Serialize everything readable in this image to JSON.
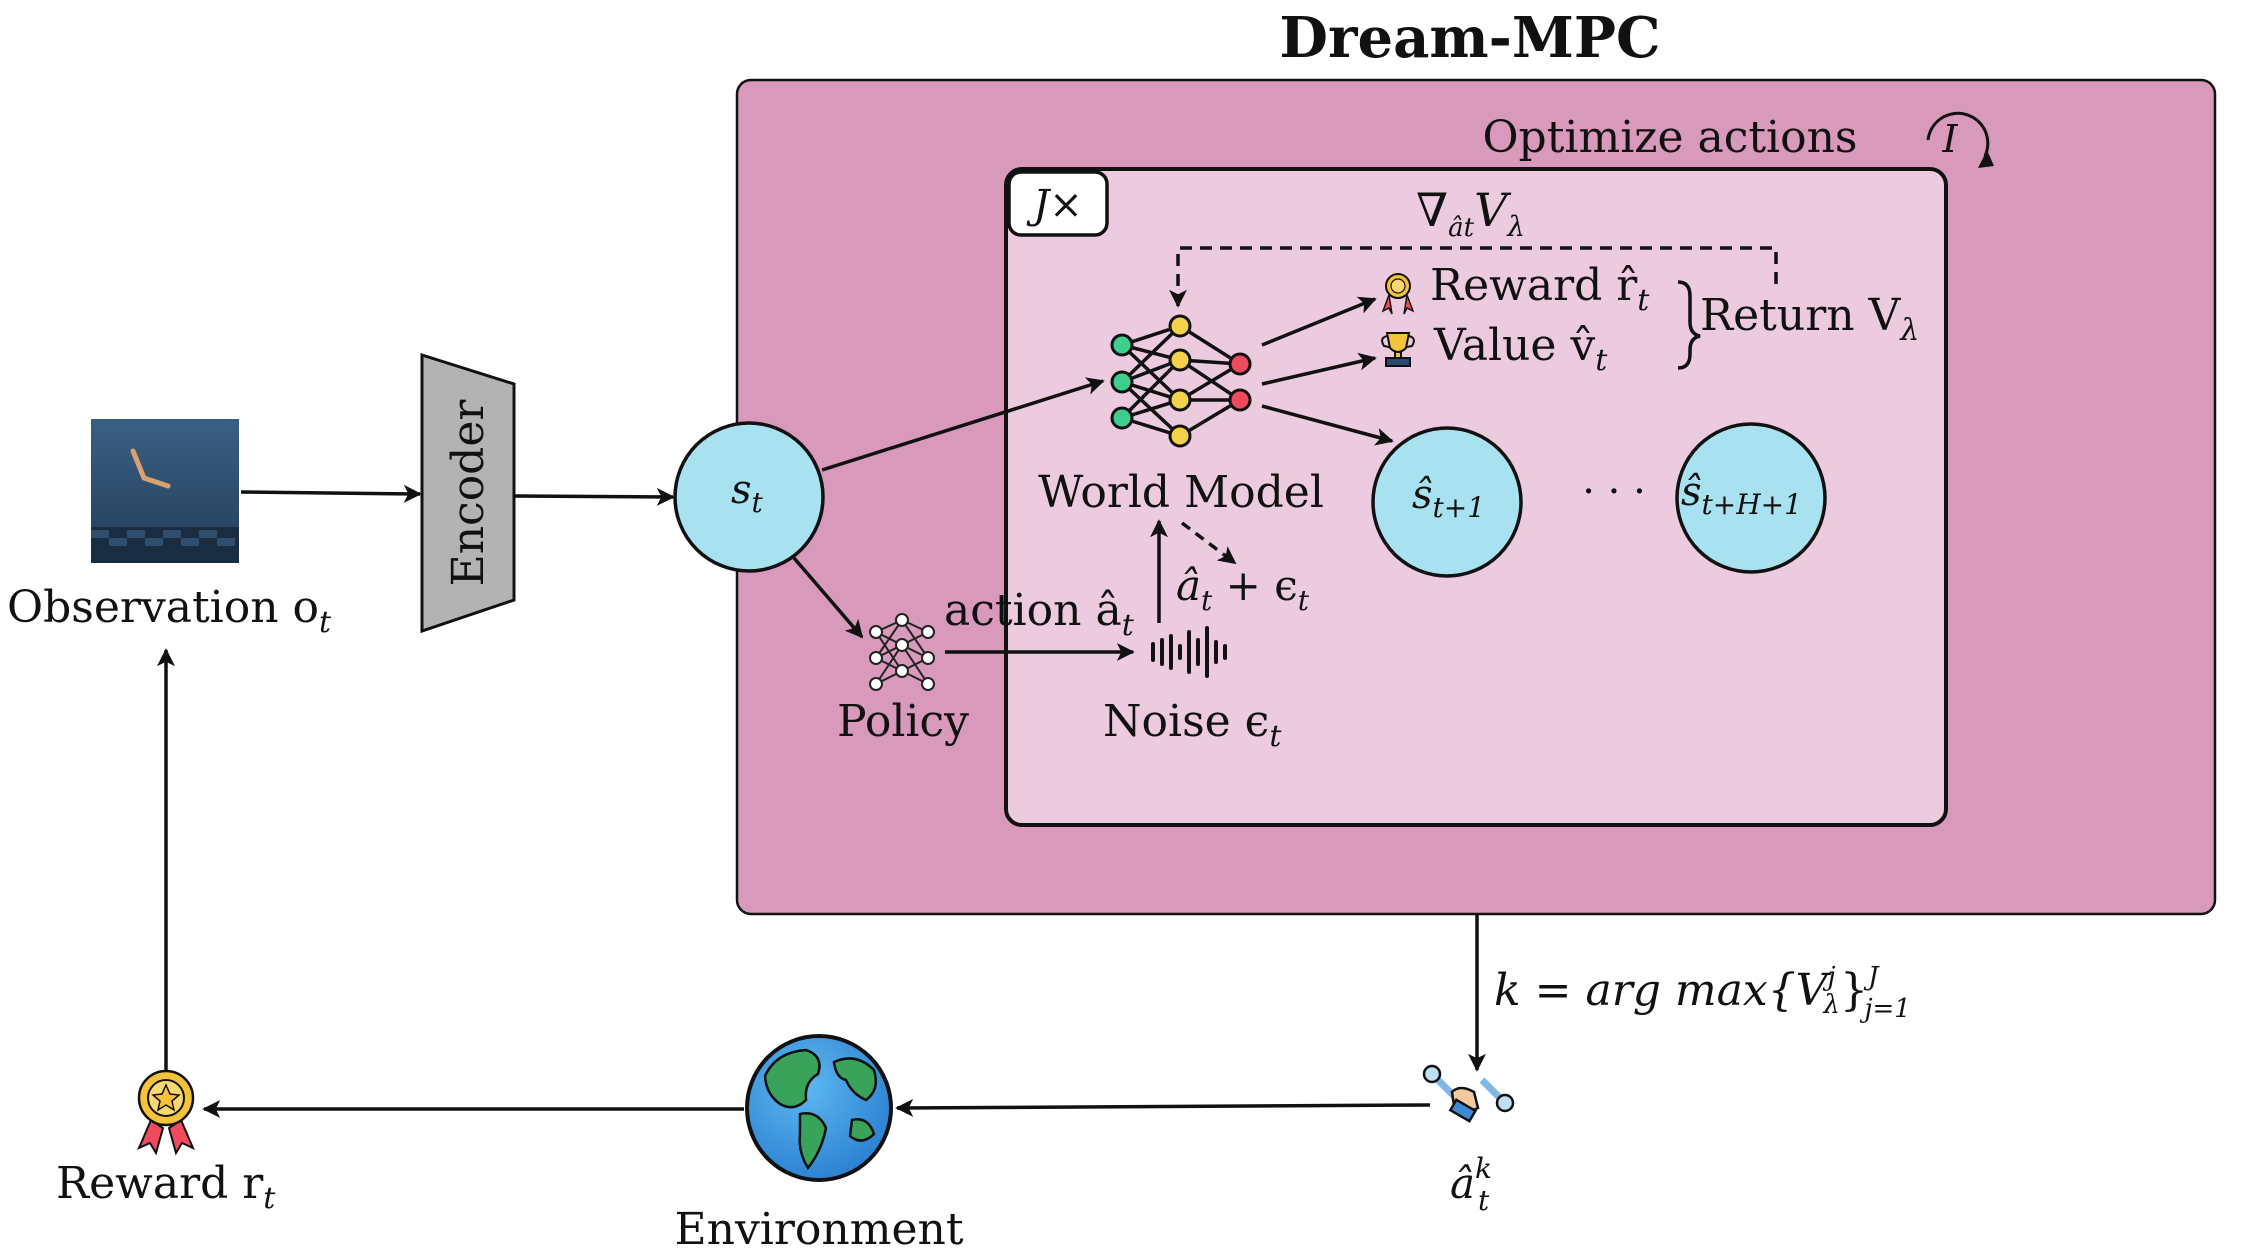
{
  "title": "Dream-MPC",
  "colors": {
    "outer_box": "#d899bb",
    "inner_box": "#eccbdf",
    "state_node": "#a8e1ef",
    "stroke": "#111111"
  },
  "labels": {
    "observation": "Observation o",
    "observation_sub": "t",
    "encoder": "Encoder",
    "state": "s",
    "state_sub": "t",
    "policy": "Policy",
    "action": "action â",
    "action_sub": "t",
    "noise": "Noise ϵ",
    "noise_sub": "t",
    "noisy_action": "â",
    "noisy_action_tail": " + ϵ",
    "world_model": "World Model",
    "reward_hat": "Reward r̂",
    "value_hat": "Value v̂",
    "return": "Return V",
    "return_sub": "λ",
    "gradient": "∇",
    "gradient_sub": "ât",
    "gradient_tail": "V",
    "gradient_tail_sub": "λ",
    "optimize": "Optimize actions",
    "iter_symbol": "I",
    "repeat": "J×",
    "next_state": "ŝ",
    "next_state_sub": "t+1",
    "final_state": "ŝ",
    "final_state_sub": "t+H+1",
    "ellipsis": "· · ·",
    "argmax_pre": "k = arg max{V",
    "argmax_sup": "j",
    "argmax_sub": "λ",
    "argmax_post": "}",
    "argmax_lim_top": "J",
    "argmax_lim_bot": "j=1",
    "selected_action": "â",
    "selected_action_sup": "k",
    "selected_action_sub": "t",
    "environment": "Environment",
    "reward": "Reward r",
    "reward_sub": "t"
  },
  "icons": [
    "observation-thumbnail",
    "neural-network-icon",
    "policy-network-icon",
    "noise-waveform-icon",
    "medal-icon",
    "trophy-icon",
    "wrench-hand-icon",
    "globe-icon",
    "reward-medal-icon",
    "cycle-arrow-icon"
  ]
}
